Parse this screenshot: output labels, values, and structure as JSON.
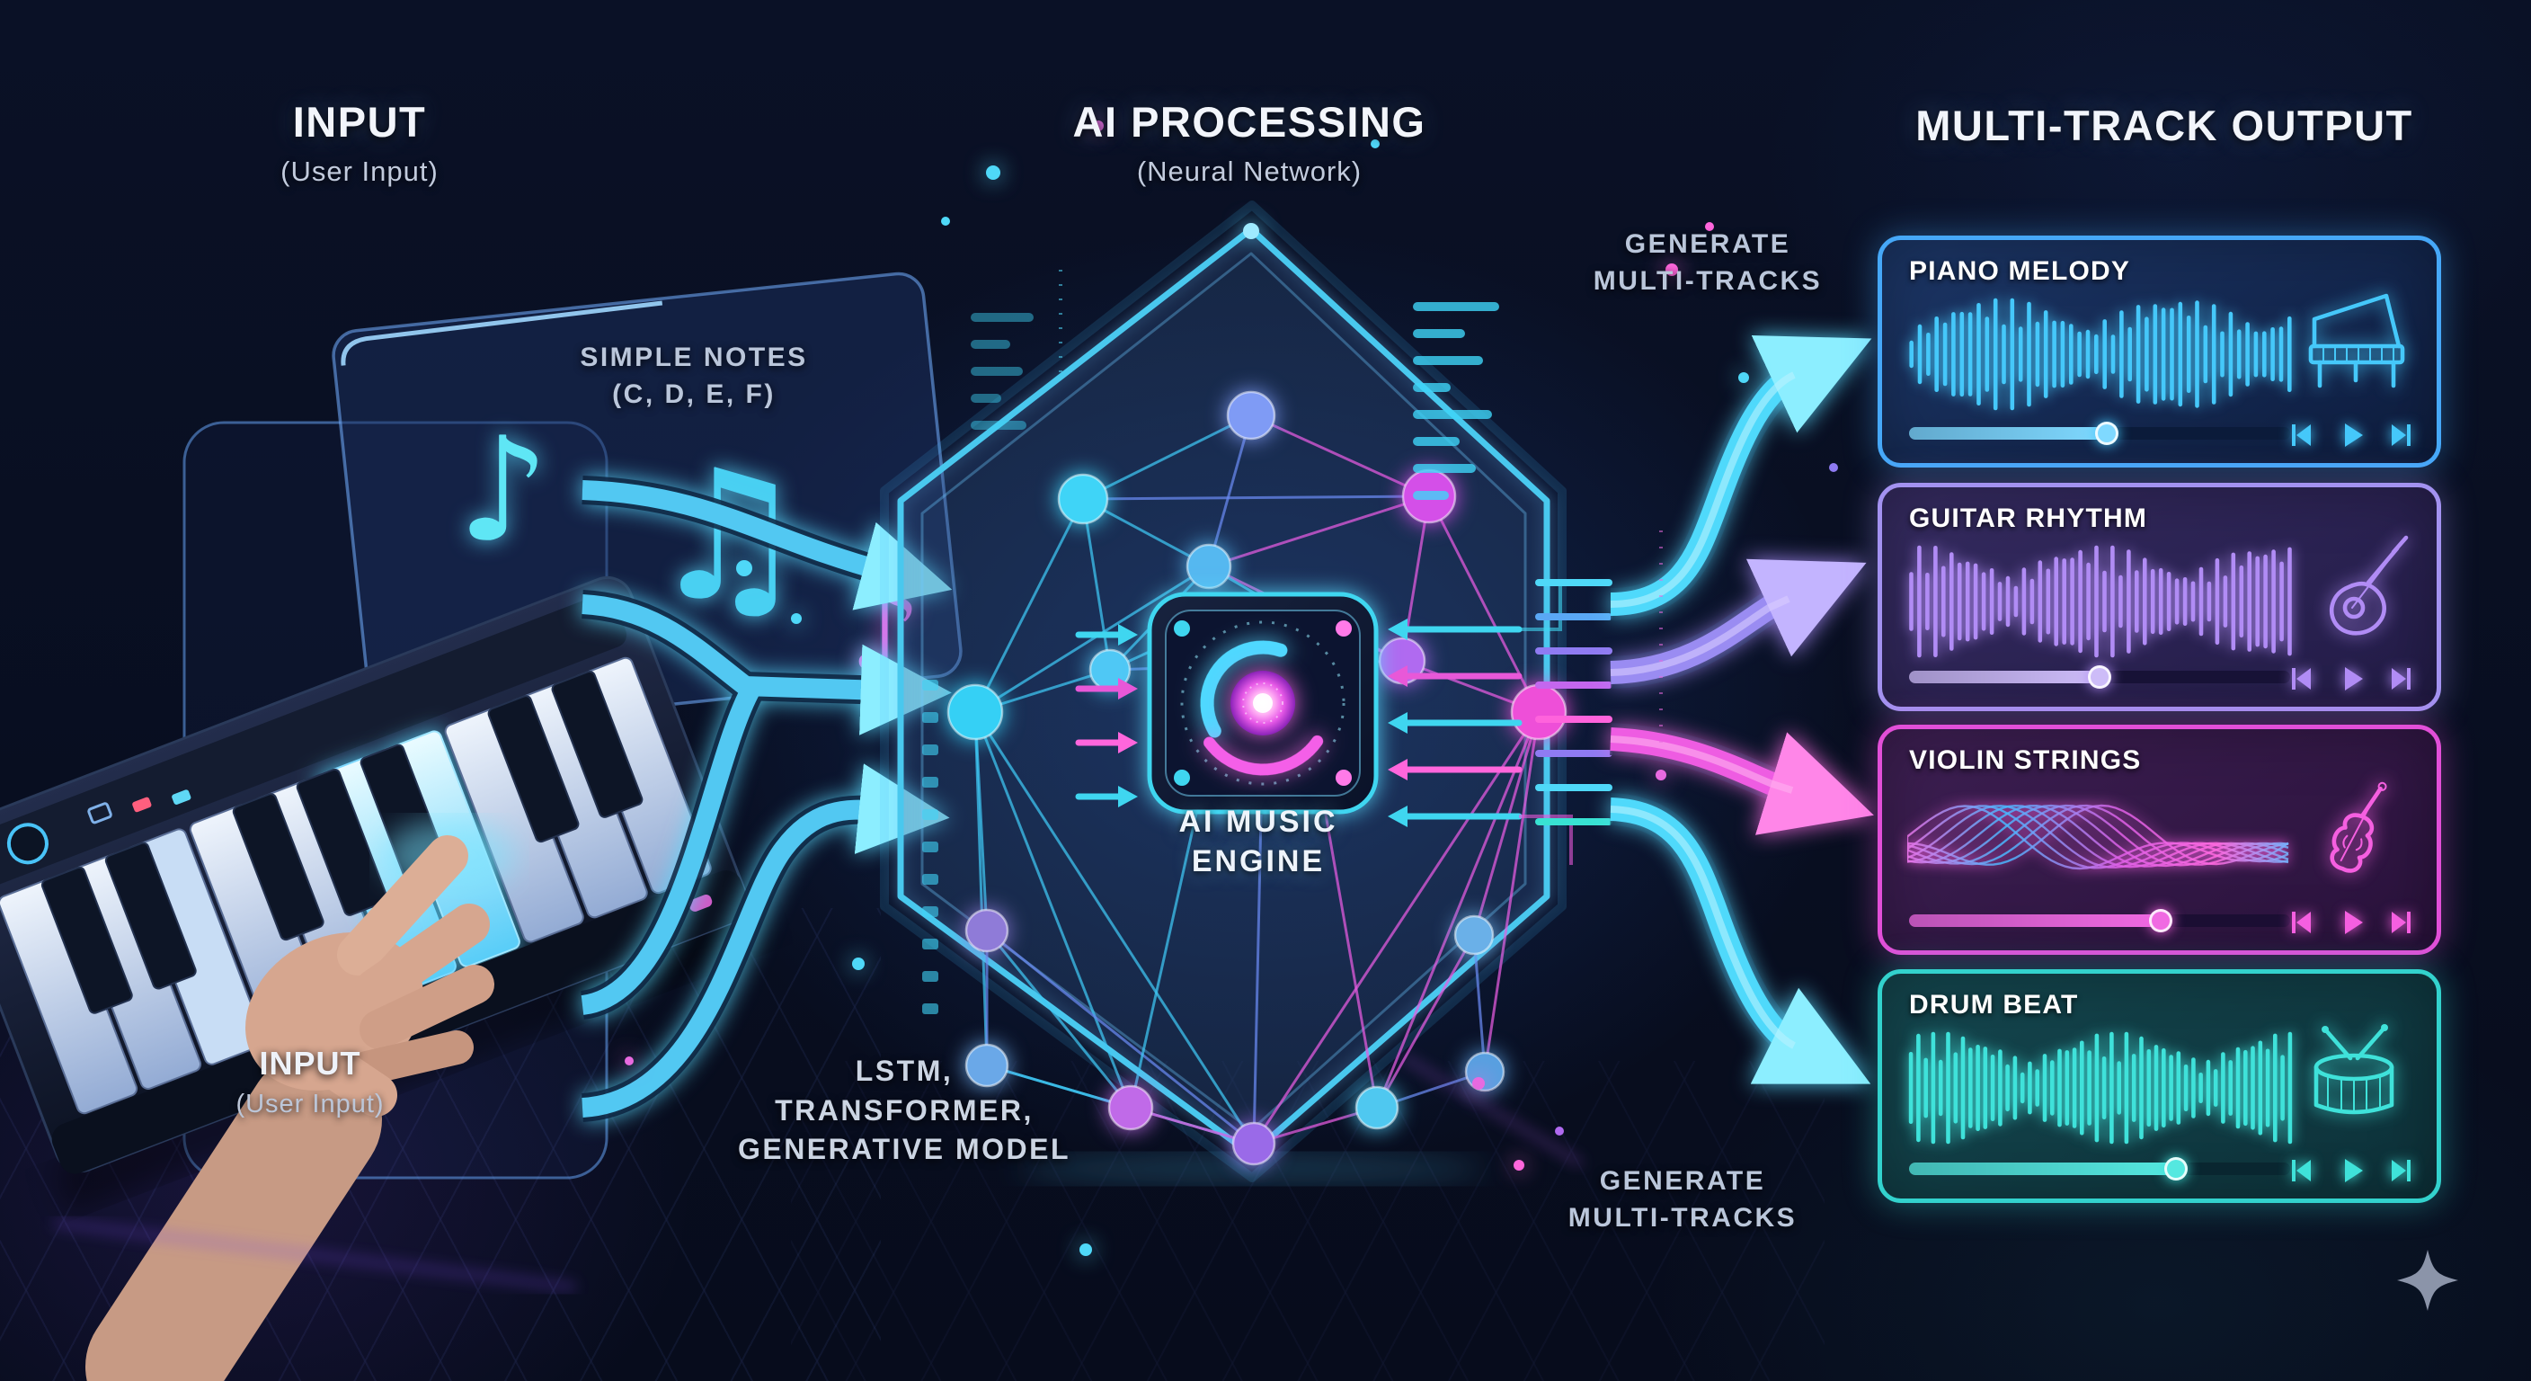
{
  "header": {
    "input_title": "INPUT",
    "input_subtitle": "(User Input)",
    "processing_title": "AI PROCESSING",
    "processing_subtitle": "(Neural Network)",
    "output_title": "MULTI-TRACK OUTPUT"
  },
  "annotations": {
    "simple_notes": {
      "line1": "SIMPLE NOTES",
      "line2": "(C, D, E, F)"
    },
    "generate_top": {
      "line1": "GENERATE",
      "line2": "MULTI-TRACKS"
    },
    "generate_bottom": {
      "line1": "GENERATE",
      "line2": "MULTI-TRACKS"
    },
    "model_stack": {
      "line1": "LSTM,",
      "line2": "TRANSFORMER,",
      "line3": "GENERATIVE MODEL"
    },
    "engine_label": {
      "line1": "AI MUSIC",
      "line2": "ENGINE"
    },
    "input_caption": {
      "title": "INPUT",
      "subtitle": "(User Input)"
    }
  },
  "tracks": [
    {
      "title": "PIANO MELODY",
      "icon": "grand-piano-icon",
      "waveform": "bars",
      "progress_percent": 52,
      "colors": {
        "border": "#46a8f8",
        "accent": "#45c8fa",
        "panel_top": "#1c3666",
        "panel_bottom": "#0e1d3f",
        "progress_fill": "#7fd9ff",
        "progress_track": "#0b1b3a"
      }
    },
    {
      "title": "GUITAR RHYTHM",
      "icon": "acoustic-guitar-icon",
      "waveform": "bars",
      "progress_percent": 50,
      "colors": {
        "border": "#a392f0",
        "accent": "#b18cf5",
        "panel_top": "#352b60",
        "panel_bottom": "#231c48",
        "progress_fill": "#cdbcf8",
        "progress_track": "#171236"
      }
    },
    {
      "title": "VIOLIN STRINGS",
      "icon": "violin-icon",
      "waveform": "waves",
      "progress_percent": 66,
      "colors": {
        "border": "#e24fd8",
        "accent": "#f55fe0",
        "panel_top": "#3d1f52",
        "panel_bottom": "#2a123c",
        "progress_fill": "#f06ae2",
        "progress_track": "#1b0e33"
      }
    },
    {
      "title": "DRUM BEAT",
      "icon": "snare-drum-icon",
      "waveform": "bars",
      "progress_percent": 70,
      "colors": {
        "border": "#33d2cd",
        "accent": "#3fe2da",
        "panel_top": "#14464e",
        "panel_bottom": "#0d3139",
        "progress_fill": "#55e8e0",
        "progress_track": "#092630"
      }
    }
  ],
  "flow": {
    "input_arrow_color": "#52c8f2",
    "output_arrow_colors": [
      "#4fd9fb",
      "#9a8cf2",
      "#ee5ce2",
      "#4fd9fb"
    ],
    "engine_core_color": "#e85ae8",
    "hexagon_color": "#49c8ee"
  },
  "transport_icons": [
    "previous-track",
    "play",
    "next-track"
  ],
  "watermark": "sparkle"
}
